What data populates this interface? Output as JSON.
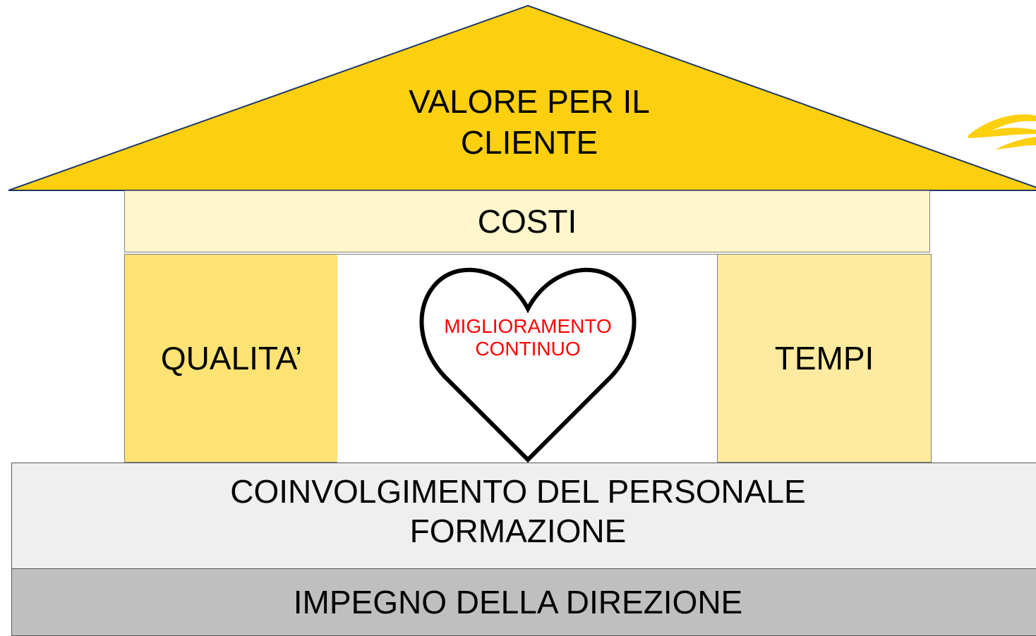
{
  "roof": {
    "line1": "VALORE PER IL",
    "line2": "CLIENTE",
    "color": "#fdd00f"
  },
  "band": {
    "label": "COSTI",
    "color": "#fff6cc"
  },
  "pillars": {
    "left_label": "QUALITA’",
    "right_label": "TEMPI",
    "left_color": "#fde374",
    "right_color": "#feeba0"
  },
  "heart": {
    "line1": "MIGLIORAMENTO",
    "line2": "CONTINUO",
    "text_color": "#ff0000"
  },
  "foundation": {
    "line1": "COINVOLGIMENTO DEL PERSONALE",
    "line2": "FORMAZIONE",
    "color": "#efefef"
  },
  "base": {
    "label": "IMPEGNO DELLA DIREZIONE",
    "color": "#bfbfbf"
  }
}
